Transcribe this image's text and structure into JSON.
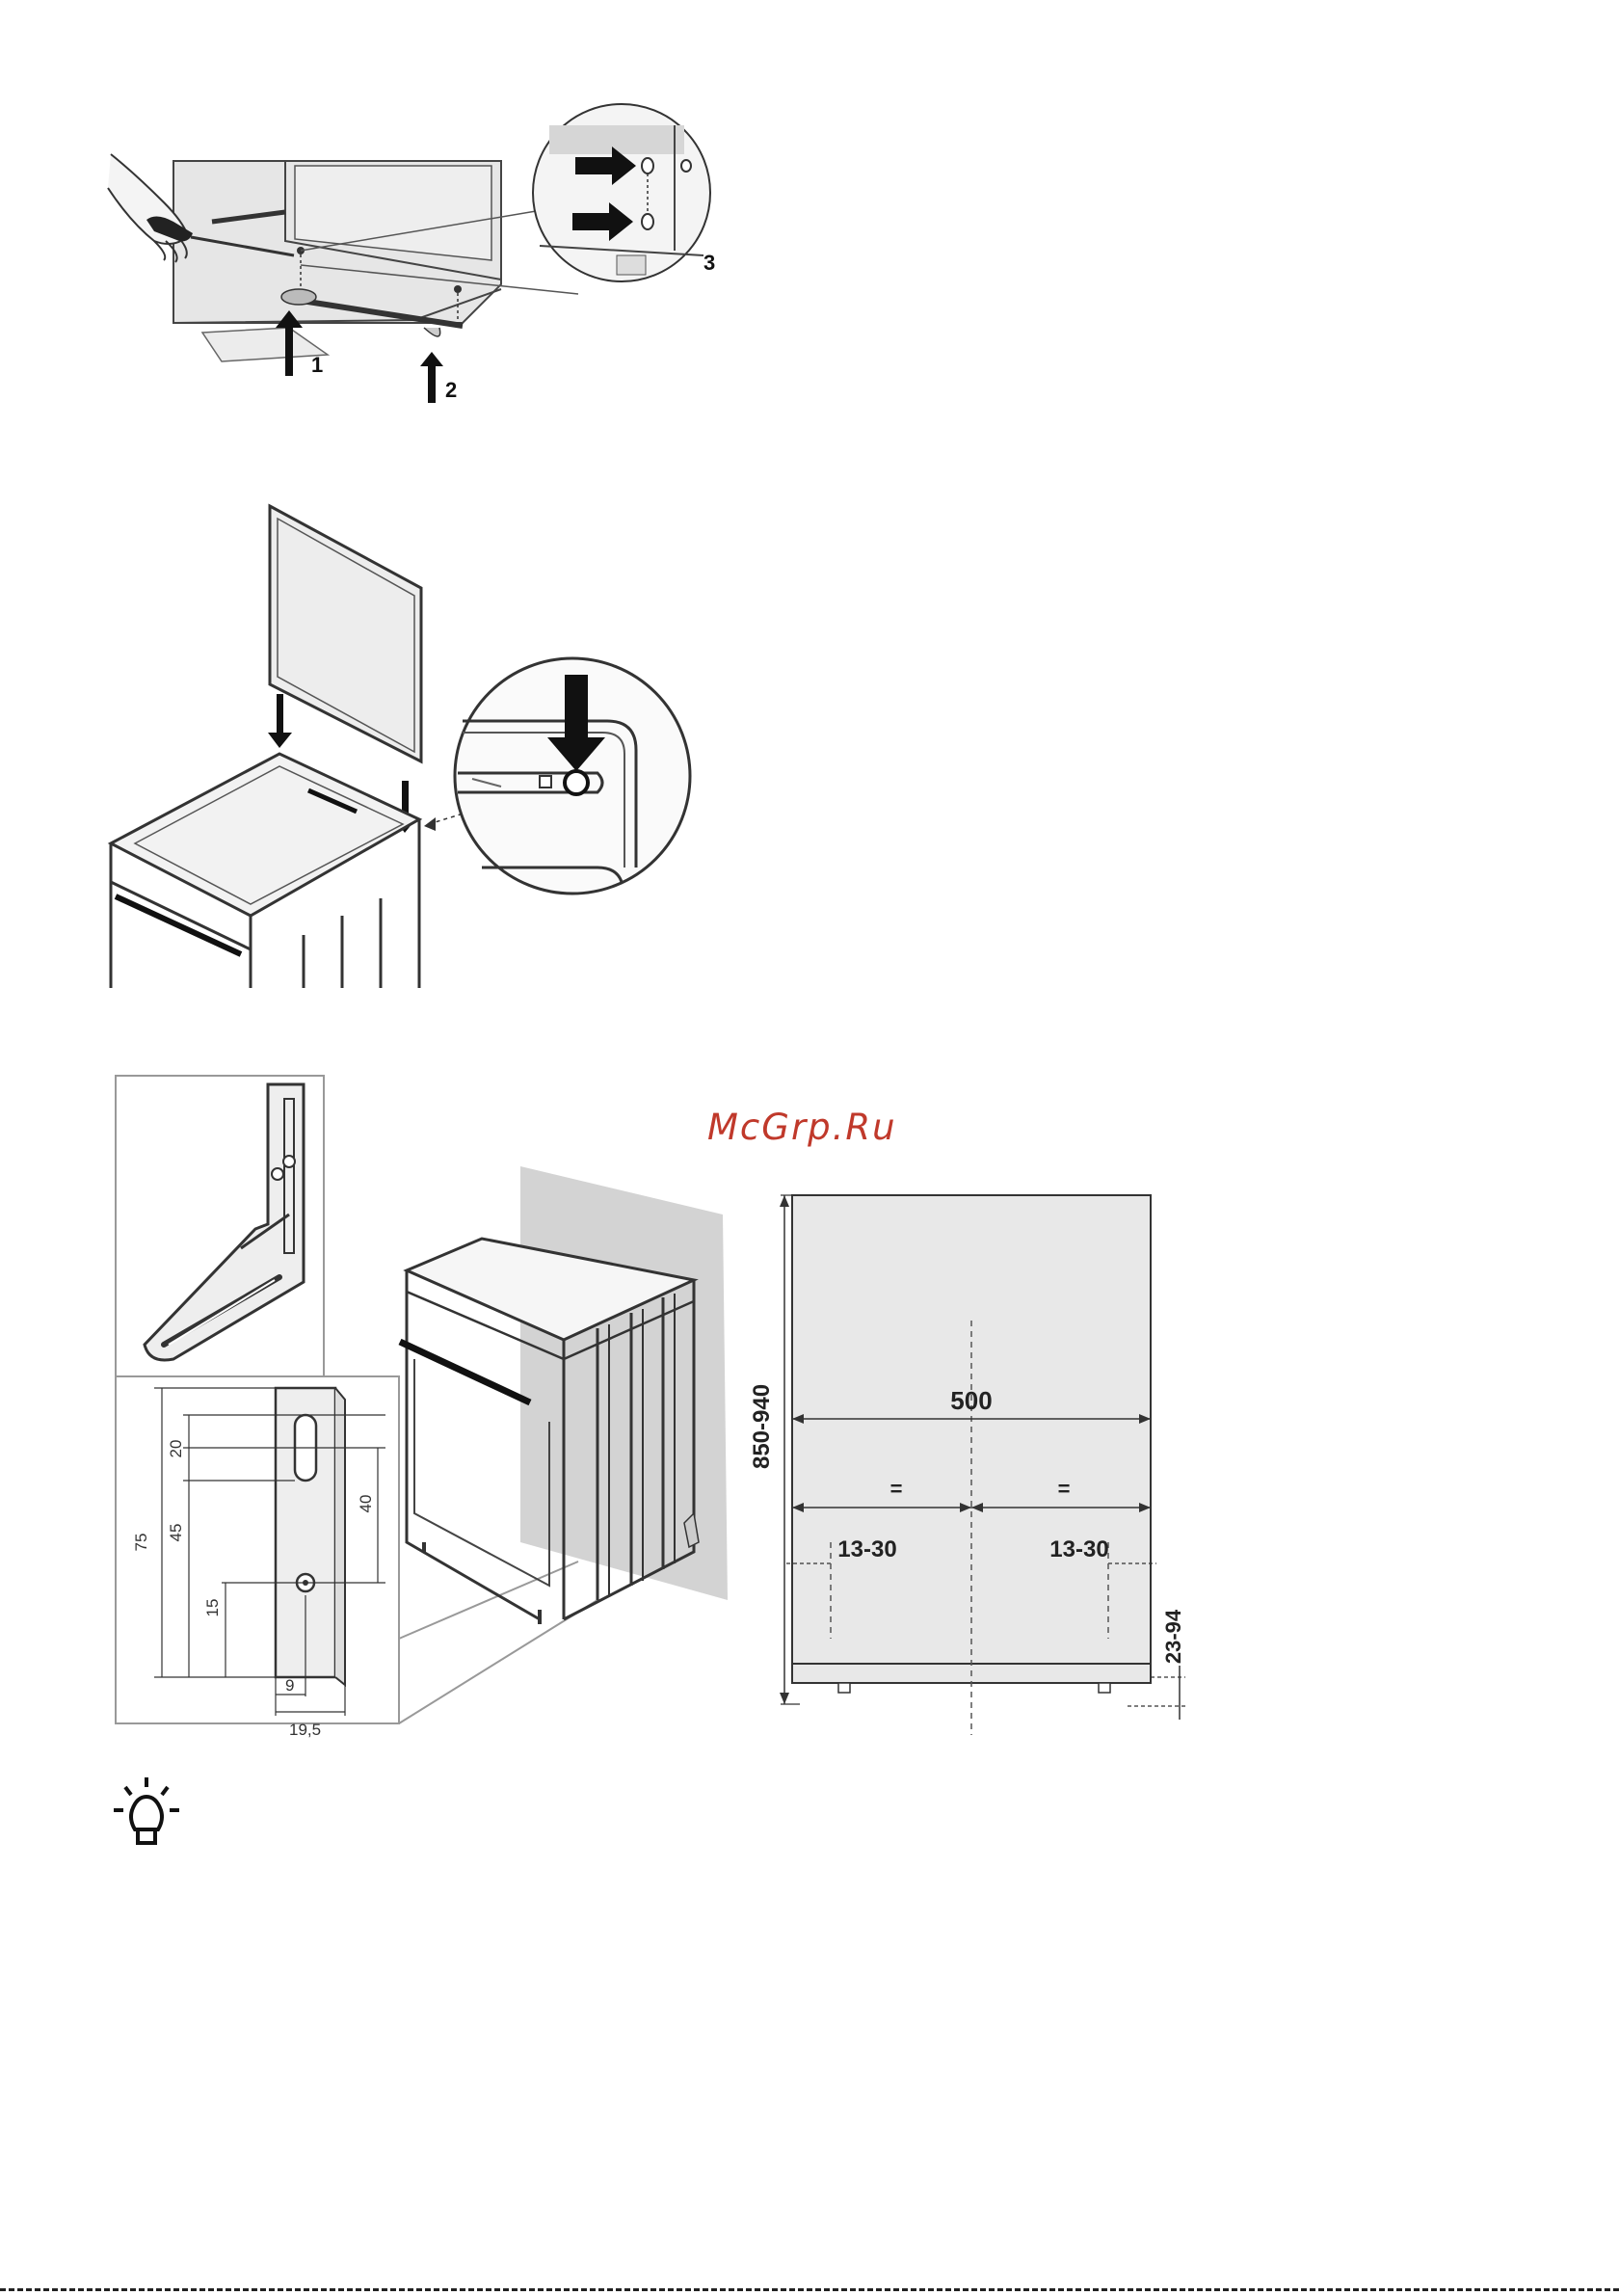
{
  "watermark": {
    "text": "McGrp.Ru",
    "color": "#c0392b"
  },
  "figure1": {
    "callouts": [
      "1",
      "2",
      "3"
    ],
    "icons": [
      "hand-icon",
      "screwdriver-icon",
      "arrow-up-icon",
      "arrow-right-icon"
    ]
  },
  "figure2": {
    "icons": [
      "arrow-down-icon",
      "magnifier-circle"
    ]
  },
  "figure3": {
    "bracket_dims": {
      "d75": "75",
      "d20": "20",
      "d45": "45",
      "d15": "15",
      "d40": "40",
      "d9": "9",
      "d19_5": "19,5"
    },
    "cabinet_dims": {
      "height": "850-940",
      "width": "500",
      "half_left": "=",
      "half_right": "=",
      "left_offset": "13-30",
      "right_offset": "13-30",
      "bottom_offset": "23-94"
    },
    "panel_fill": "#e8e8e8"
  },
  "tip": {
    "icon": "lightbulb-icon"
  }
}
